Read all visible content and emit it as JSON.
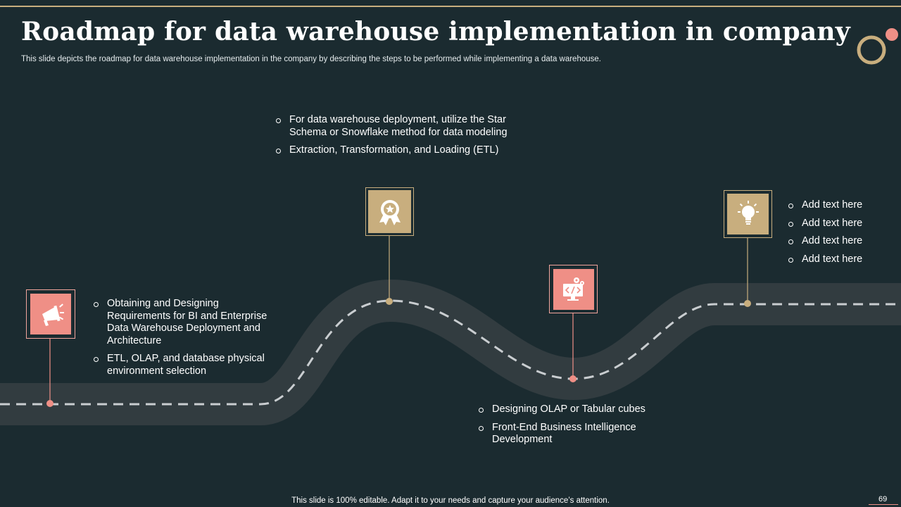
{
  "slide": {
    "title": "Roadmap for data warehouse implementation in company",
    "subtitle": "This slide depicts the roadmap for data warehouse implementation in the company by describing the steps to be performed while implementing a data warehouse.",
    "footer": "This slide is 100% editable. Adapt it to your needs and capture your audience’s attention.",
    "page_number": "69"
  },
  "colors": {
    "background": "#1b2b30",
    "road": "#323c40",
    "pink": "#ef8f86",
    "gold": "#c8ae7e"
  },
  "milestones": [
    {
      "icon": "megaphone-icon",
      "color": "pink",
      "bullets": [
        "Obtaining and Designing Requirements for BI and Enterprise Data Warehouse Deployment and Architecture",
        "ETL, OLAP, and database physical environment selection"
      ]
    },
    {
      "icon": "award-badge-icon",
      "color": "gold",
      "bullets": [
        "For data warehouse deployment, utilize the Star Schema or Snowflake method for data modeling",
        "Extraction, Transformation, and Loading (ETL)"
      ]
    },
    {
      "icon": "code-monitor-gears-icon",
      "color": "pink",
      "bullets": [
        "Designing OLAP or Tabular cubes",
        "Front-End Business Intelligence Development"
      ]
    },
    {
      "icon": "lightbulb-icon",
      "color": "gold",
      "bullets": [
        "Add text here",
        "Add text here",
        "Add text here",
        "Add text here"
      ]
    }
  ]
}
